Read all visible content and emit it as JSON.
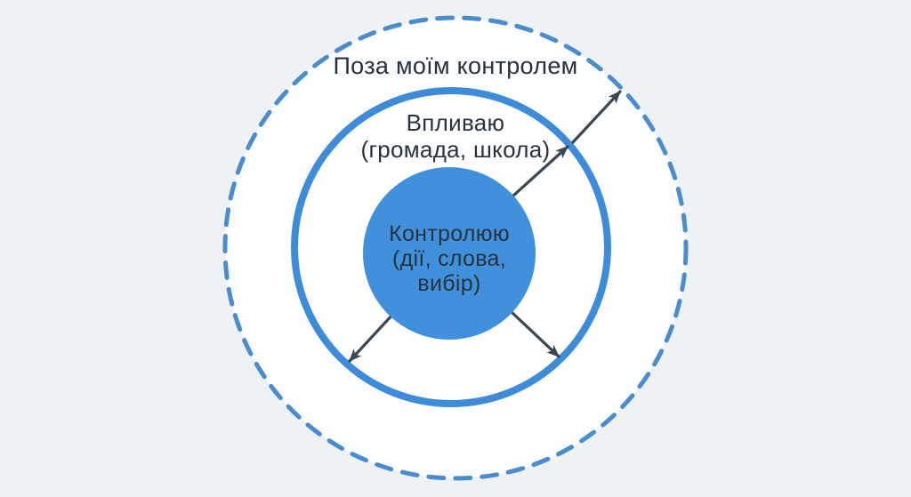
{
  "diagram": {
    "outer_zone": {
      "label": "Поза моїм контролем"
    },
    "influence_zone": {
      "label_line1": "Впливаю",
      "label_line2": "(громада, школа)"
    },
    "control_zone": {
      "label_line1": "Контролюю",
      "label_line2": "(дії, слова,",
      "label_line3": "вибір)"
    }
  },
  "colors": {
    "page_background": "#eff2f5",
    "inside_dashed_background": "#fcfdfe",
    "inner_circle_fill": "#4190dc",
    "ring_stroke": "#3e8bd9",
    "dashed_stroke": "#4a8ccd",
    "arrow": "#3a4654",
    "text": "#26323e"
  }
}
